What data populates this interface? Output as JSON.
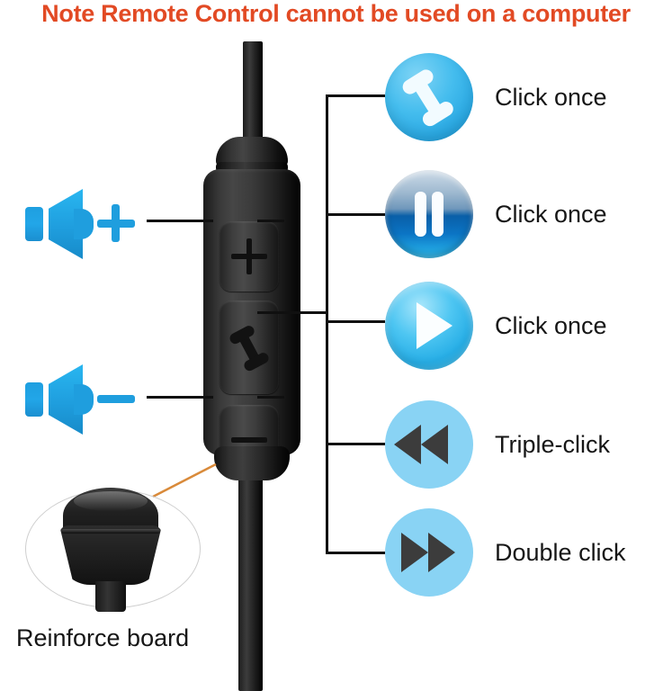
{
  "title": "Note Remote Control cannot be used on a computer",
  "colors": {
    "title_red": "#e24a24",
    "icon_blue_light": "#89d3f4",
    "icon_blue": "#2aa8e2",
    "speaker_blue": "#1f9ede",
    "triangle_dark": "#3c3c3c",
    "line_black": "#101010",
    "pointer_orange": "#d98a3a",
    "text_black": "#161616"
  },
  "remote": {
    "buttons": [
      {
        "name": "volume-up",
        "glyph": "plus"
      },
      {
        "name": "call",
        "glyph": "phone-handset"
      },
      {
        "name": "volume-down",
        "glyph": "minus"
      }
    ]
  },
  "left_labels": [
    {
      "icon": "volume-up-speaker-icon",
      "sign": "plus"
    },
    {
      "icon": "volume-down-speaker-icon",
      "sign": "minus"
    }
  ],
  "actions": [
    {
      "icon": "phone-call-icon",
      "label": "Click once"
    },
    {
      "icon": "pause-icon",
      "label": "Click once"
    },
    {
      "icon": "play-icon",
      "label": "Click once"
    },
    {
      "icon": "rewind-icon",
      "label": "Triple-click"
    },
    {
      "icon": "fast-forward-icon",
      "label": "Double click"
    }
  ],
  "earbud": {
    "caption": "Reinforce board"
  }
}
